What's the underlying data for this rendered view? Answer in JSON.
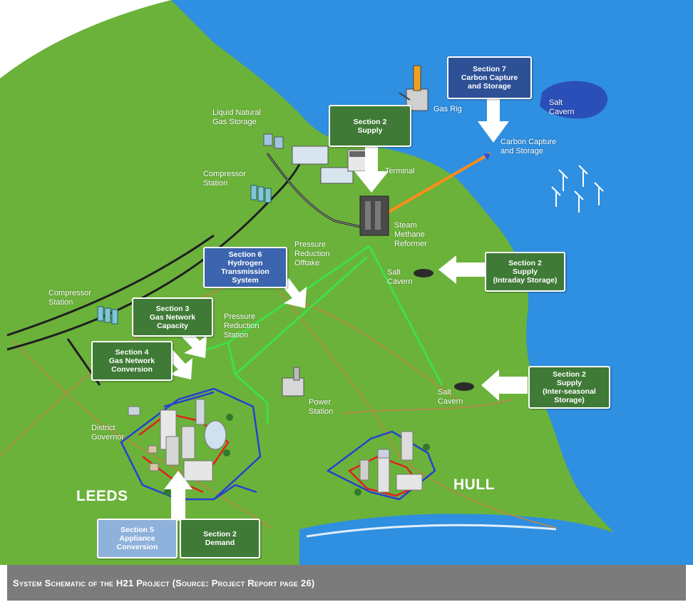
{
  "caption": "System Schematic of the H21 Project (Source: Project Report page 26)",
  "colors": {
    "land": "#6bb23a",
    "sea": "#2f8fe0",
    "hydrogen_pipe": "#3ee048",
    "gas_pipe": "#1f1f1f",
    "carbon_pipe": "#ff8c1a",
    "street_network": "#e02020",
    "district_network": "#2a3fd0",
    "box_green": "#3f7a36",
    "box_blue": "#3d64ae",
    "box_light": "#8fb2dc"
  },
  "labels": {
    "lng_storage": "Liquid Natural\nGas Storage",
    "gas_rig": "Gas Rig",
    "salt_cavern_sea": "Salt\nCavern",
    "carbon_capture": "Carbon Capture\nand Storage",
    "terminal": "Terminal",
    "compressor_station_1": "Compressor\nStation",
    "compressor_station_2": "Compressor\nStation",
    "steam_methane_reformer": "Steam\nMethane\nReformer",
    "pressure_reduction_offtake": "Pressure\nReduction\nOfftake",
    "pressure_reduction_station": "Pressure\nReduction\nStation",
    "salt_cavern_1": "Salt\nCavern",
    "salt_cavern_2": "Salt\nCavern",
    "power_station": "Power\nStation",
    "district_governor": "District\nGovernor",
    "leeds": "LEEDS",
    "hull": "HULL"
  },
  "sections": {
    "section7": "Section 7\nCarbon Capture\nand Storage",
    "section2_supply": "Section 2\nSupply",
    "section6": "Section 6\nHydrogen\nTransmission\nSystem",
    "section2_intraday": "Section 2\nSupply\n(Intraday Storage)",
    "section3": "Section 3\nGas Network\nCapacity",
    "section4": "Section 4\nGas Network\nConversion",
    "section2_interseasonal": "Section 2\nSupply\n(Inter-seasonal\nStorage)",
    "section5": "Section 5\nAppliance\nConversion",
    "section2_demand": "Section 2\nDemand"
  }
}
